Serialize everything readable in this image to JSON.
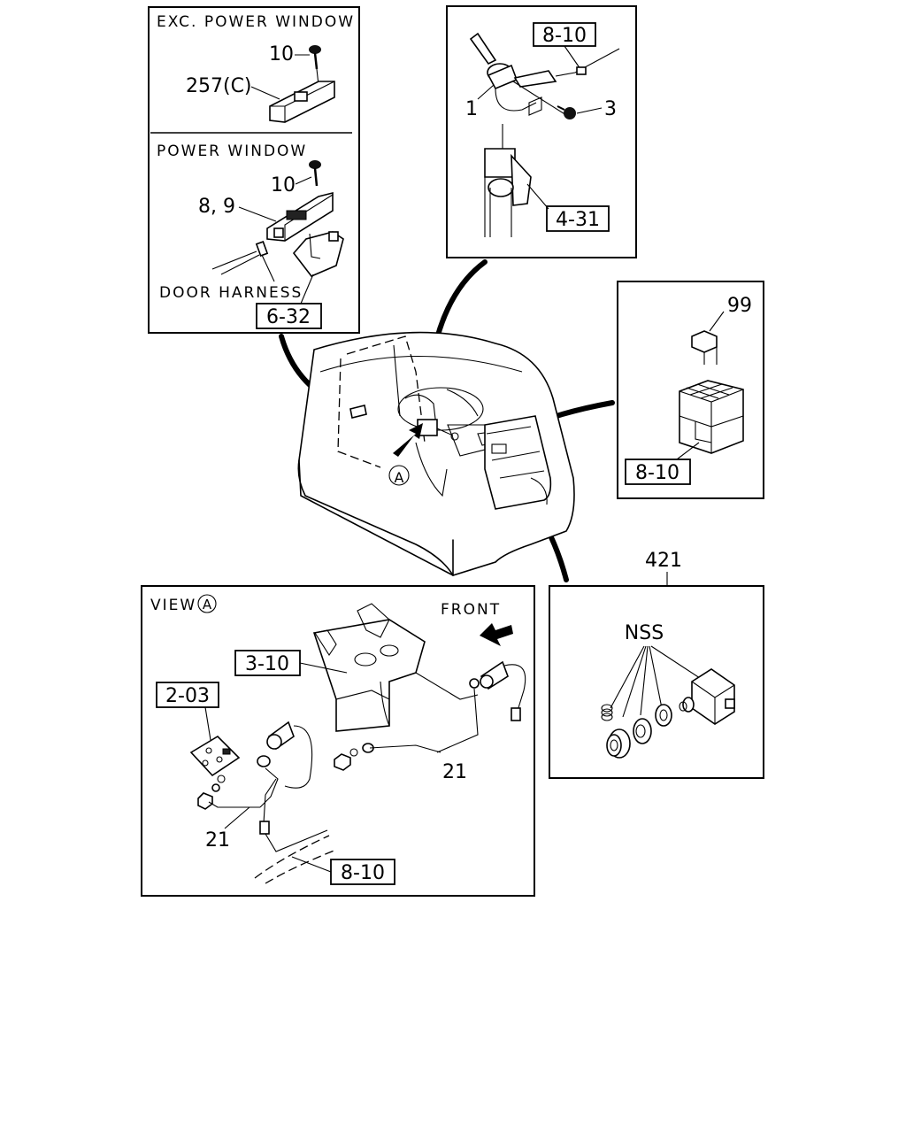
{
  "panels": {
    "window_switch": {
      "heading_exc": "EXC. POWER WINDOW",
      "heading_pw": "POWER WINDOW",
      "label_screw_top": "10",
      "label_switch_exc": "257(C)",
      "label_screw_pw": "10",
      "label_switch_pw": "8, 9",
      "door_harness": "DOOR HARNESS",
      "ref_box": "6-32"
    },
    "combination_switch": {
      "ref_top": "8-10",
      "label_switch": "1",
      "label_screw": "3",
      "ref_bottom": "4-31"
    },
    "relay": {
      "label_relay": "99",
      "ref_box": "8-10"
    },
    "view_a": {
      "view_text": "VIEW",
      "view_marker": "A",
      "front": "FRONT",
      "ref_bracket": "3-10",
      "ref_plate": "2-03",
      "label_switch_right": "21",
      "label_switch_left": "21",
      "ref_harness": "8-10"
    },
    "switch_421": {
      "part_number": "421",
      "nss": "NSS"
    }
  },
  "dashboard": {
    "view_marker": "A"
  }
}
